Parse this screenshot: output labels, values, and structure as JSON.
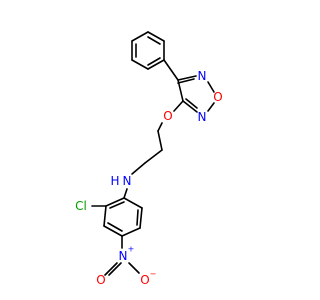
{
  "colors": {
    "bond": "#000000",
    "nitrogen": "#0000ff",
    "oxygen": "#ff0000",
    "chlorine": "#00a000"
  },
  "atoms": {
    "n_oxadiazole_top": "N",
    "o_oxadiazole_ring": "O",
    "n_oxadiazole_bottom": "N",
    "o_ether": "O",
    "nh_amine": "N",
    "h_amine": "H",
    "cl": "Cl",
    "n_nitro": "N",
    "n_nitro_charge": "+",
    "o_nitro_left": "O",
    "o_nitro_right": "O",
    "o_nitro_charge": "−"
  }
}
